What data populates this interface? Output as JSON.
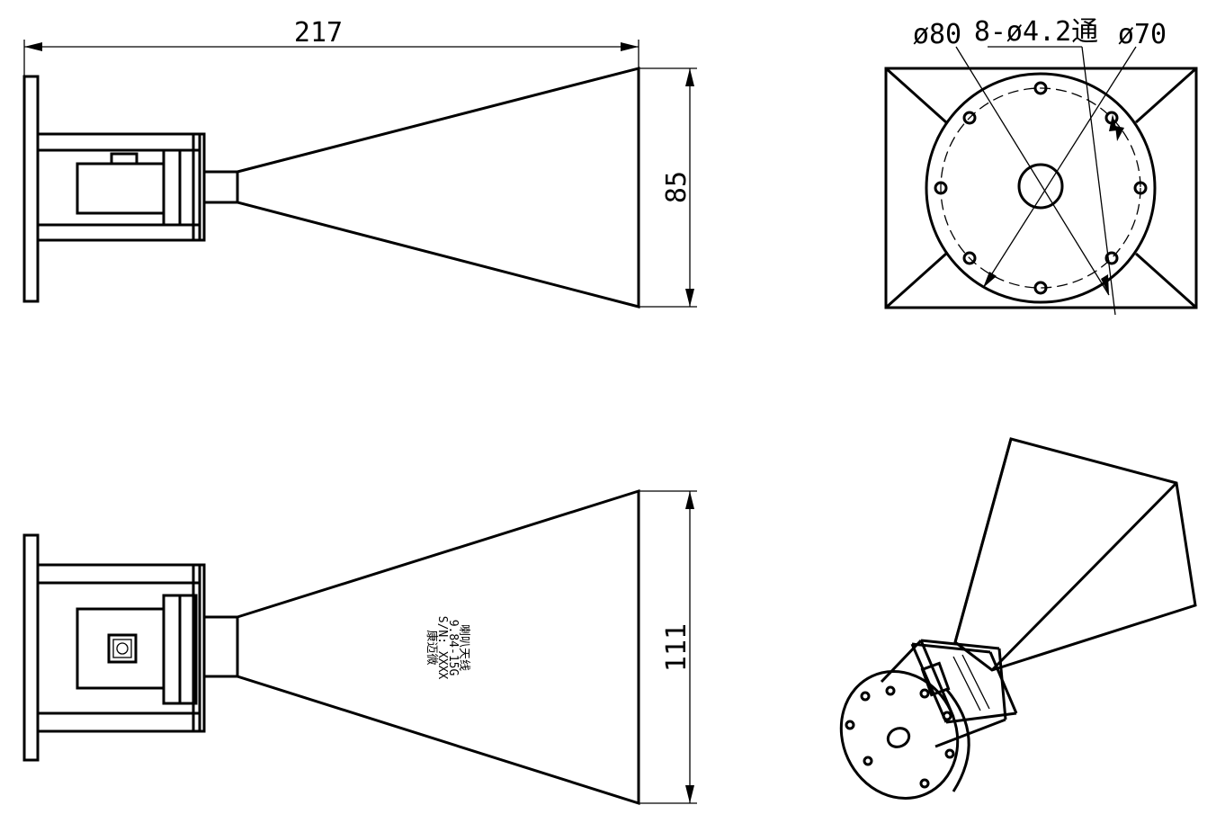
{
  "dimensions": {
    "overall_length": "217",
    "side_aperture_height": "85",
    "top_aperture_width": "111",
    "flange_outer_diameter": "ø80",
    "bolt_holes": "8-ø4.2通",
    "bolt_circle_diameter": "ø70"
  },
  "nameplate": {
    "line1": "喇叭天线",
    "line2": "9.84-15G",
    "line3": "S/N: XXXX",
    "line4": "康迈微"
  }
}
